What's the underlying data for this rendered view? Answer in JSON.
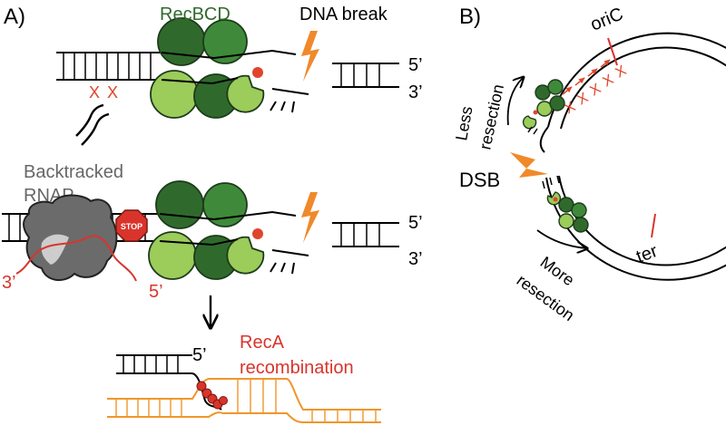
{
  "panels": {
    "a": {
      "label": "A)"
    },
    "b": {
      "label": "B)"
    }
  },
  "panel_a": {
    "recbcd": "RecBCD",
    "dna_break": "DNA break",
    "five_prime": "5’",
    "three_prime": "3’",
    "chi_mark": "X",
    "backtracked_rnap_line1": "Backtracked",
    "backtracked_rnap_line2": "RNAP",
    "stop": "STOP",
    "recA_line1": "RecA",
    "recA_line2": "recombination"
  },
  "panel_b": {
    "oriC": "oriC",
    "ter": "ter",
    "dsb": "DSB",
    "less_resection_line1": "Less",
    "less_resection_line2": "resection",
    "more_resection_line1": "More",
    "more_resection_line2": "resection"
  },
  "colors": {
    "recbcd_dark": "#2f6a2c",
    "recbcd_mid": "#3f8a3a",
    "recbcd_light": "#9ccc5a",
    "chi": "#e0452b",
    "lightning": "#f0892a",
    "rnap": "#6b6b6b",
    "stop": "#d9342b",
    "rna": "#d9342b",
    "recA": "#d9342b",
    "template": "#f0962a"
  }
}
